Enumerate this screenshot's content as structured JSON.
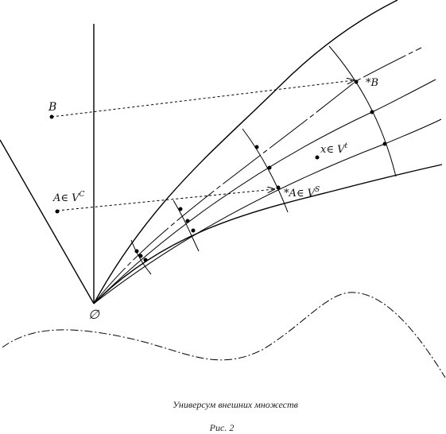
{
  "labels": {
    "B": "B",
    "star_B": "*B",
    "A_in_V": "A∈ V",
    "A_in_V_sup": "C",
    "x_in_V": "x∈ V",
    "x_in_V_sup": "t",
    "star_A_in_V": "*A∈ V",
    "star_A_in_V_sup": "S",
    "origin": "∅"
  },
  "caption": {
    "title": "Универсум внешних множеств",
    "figure": "Рис. 2"
  }
}
